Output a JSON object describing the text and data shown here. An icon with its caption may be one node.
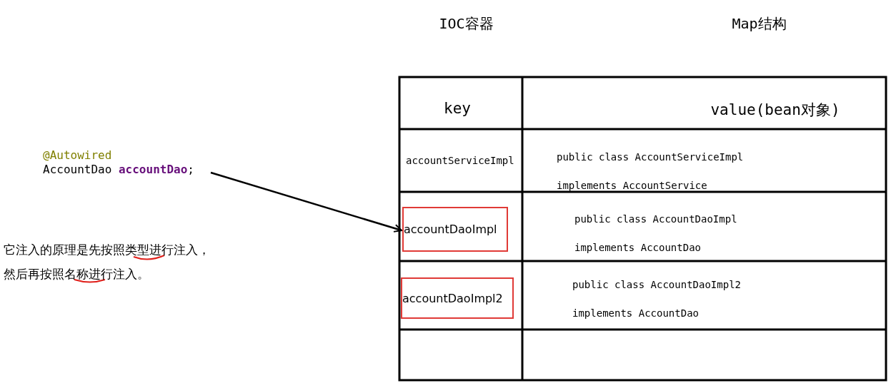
{
  "diagram": {
    "nodes": [
      {
        "text": [
          "@Autowired",
          "AccountDao **accountDao**;"
        ]
      },
      {
        "text": [
          "accountDaoImpl"
        ]
      },
      {
        "text": [
          "accountDaoImpl2"
        ]
      }
    ],
    "edges": [
      {
        "from": 0,
        "to": 1,
        "arrow": "to"
      }
    ],
    "labels": [
      "IOC容器",
      "Map结构",
      "key",
      "value(bean对象)",
      "accountServiceImpl",
      "public class AccountServiceImpl implements AccountService",
      "public class AccountDaoImpl implements AccountDao",
      "public class AccountDaoImpl2 implements AccountDao",
      "它注入的原理是先按照类型进行注入，然后再按照名称进行注入。"
    ]
  }
}
